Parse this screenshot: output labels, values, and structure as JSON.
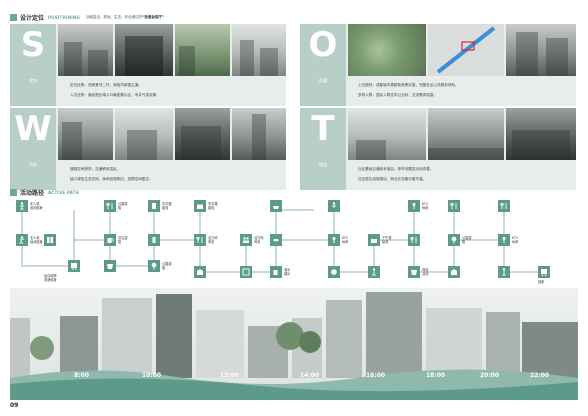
{
  "section1": {
    "title": "设计定位",
    "en": "POSITIONING",
    "note_pre": "功能复合、舒适、生态、安全通达的",
    "note_highlight": "“街道会客厅”"
  },
  "section2": {
    "title": "活动路径",
    "en": "ACTIVE PATH"
  },
  "swot": {
    "s": {
      "letter": "S",
      "label": "优势",
      "desc1": "区位优势：西侧紧邻二环，南临华新路主道。",
      "desc2": "人文优势：曾经是区域人口最密集片区，市井气息浓厚。"
    },
    "o": {
      "letter": "O",
      "label": "机遇",
      "desc1": "上位规划：成都城市更新新政策实施，完善社区公共服务体系。",
      "desc2": "多样人群：居民人群住学公交科，交流需求较高。"
    },
    "w": {
      "letter": "W",
      "label": "劣势",
      "desc1": "道路空间狭窄，交通秩序混乱。",
      "desc2": "缺少绿色生态空间，休闲设施陈旧，游憩空间匮乏。"
    },
    "t": {
      "letter": "T",
      "label": "挑战",
      "desc1": "社区基础交通体系落后，停车问题突出待改善。",
      "desc2": "社区居住设施落后，商业业态集中度不高。"
    }
  },
  "path": {
    "nodes": [
      {
        "id": "n1",
        "label": "无人机\n运动健身"
      },
      {
        "id": "n2",
        "label": "无人机\n运动健身"
      },
      {
        "id": "n3",
        "label": "运动或养\n安静健身"
      },
      {
        "id": "n4",
        "label": "公园游\n憩"
      },
      {
        "id": "n5",
        "label": "交往游\n憩"
      },
      {
        "id": "n6",
        "label": "写字楼\n接驳"
      },
      {
        "id": "n7",
        "label": "公园游\n憩"
      },
      {
        "id": "n8",
        "label": "写字楼\n接驳"
      },
      {
        "id": "n9",
        "label": "活力码\n商务"
      },
      {
        "id": "n10",
        "label": "活力码\n商务"
      },
      {
        "id": "n11",
        "label": "滨水\n娱乐"
      },
      {
        "id": "n12",
        "label": "KTV\n休闲"
      },
      {
        "id": "n13",
        "label": "下午茶\n接驳"
      },
      {
        "id": "n14",
        "label": "KTV\n休闲"
      },
      {
        "id": "n15",
        "label": "商场\n活动"
      },
      {
        "id": "n16",
        "label": "公园游\n憩"
      },
      {
        "id": "n17",
        "label": "KTV\n休闲"
      },
      {
        "id": "n18",
        "label": "回家"
      }
    ]
  },
  "times": [
    "8:00",
    "10:00",
    "12:00",
    "14:00",
    "16:00",
    "18:00",
    "20:00",
    "22:00"
  ],
  "page_number": "09",
  "colors": {
    "accent": "#6fa89a",
    "node": "#5e9a8c",
    "panel": "#b7cfc7"
  }
}
